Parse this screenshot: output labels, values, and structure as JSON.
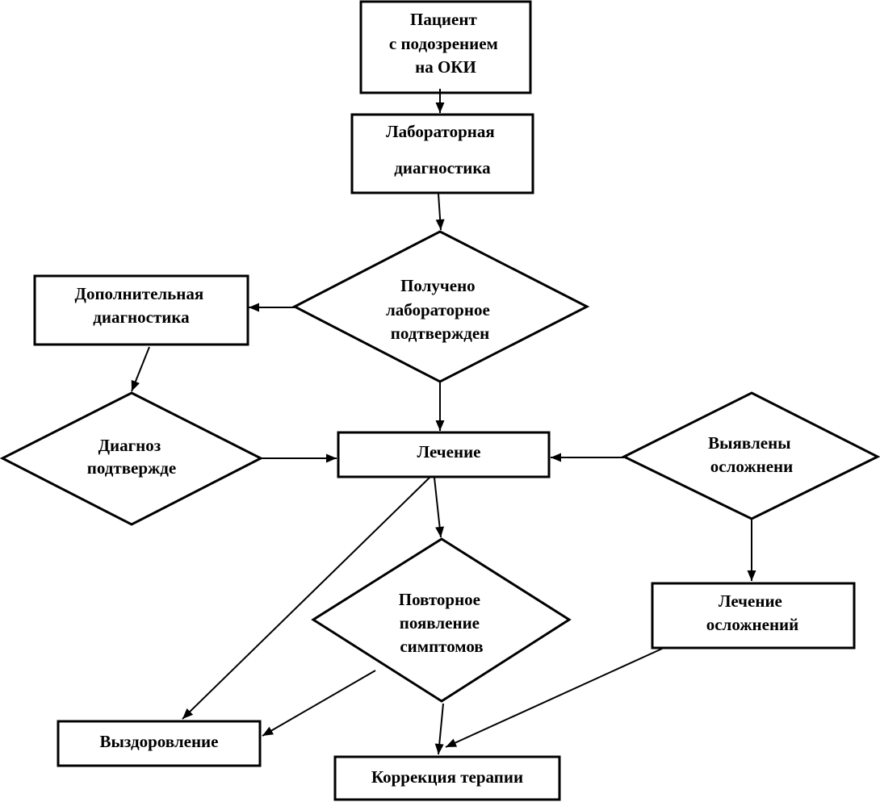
{
  "nodes": {
    "patient": {
      "lines": [
        "Пациент",
        "с подозрением",
        "на ОКИ"
      ]
    },
    "lab_diag": {
      "lines": [
        "Лабораторная",
        "диагностика"
      ]
    },
    "lab_confirmed": {
      "lines": [
        "Получено",
        "лабораторное",
        "подтвержден"
      ]
    },
    "extra_diag": {
      "lines": [
        "Дополнительная",
        "диагностика"
      ]
    },
    "diag_confirmed": {
      "lines": [
        "Диагноз",
        "подтвержде"
      ]
    },
    "treatment": {
      "lines": [
        "Лечение"
      ]
    },
    "complications_found": {
      "lines": [
        "Выявлены",
        "осложнени"
      ]
    },
    "symptoms_return": {
      "lines": [
        "Повторное",
        "появление",
        "симптомов"
      ]
    },
    "complication_treatment": {
      "lines": [
        "Лечение",
        "осложнений"
      ]
    },
    "recovery": {
      "lines": [
        "Выздоровление"
      ]
    },
    "therapy_correction": {
      "lines": [
        "Коррекция терапии"
      ]
    }
  }
}
